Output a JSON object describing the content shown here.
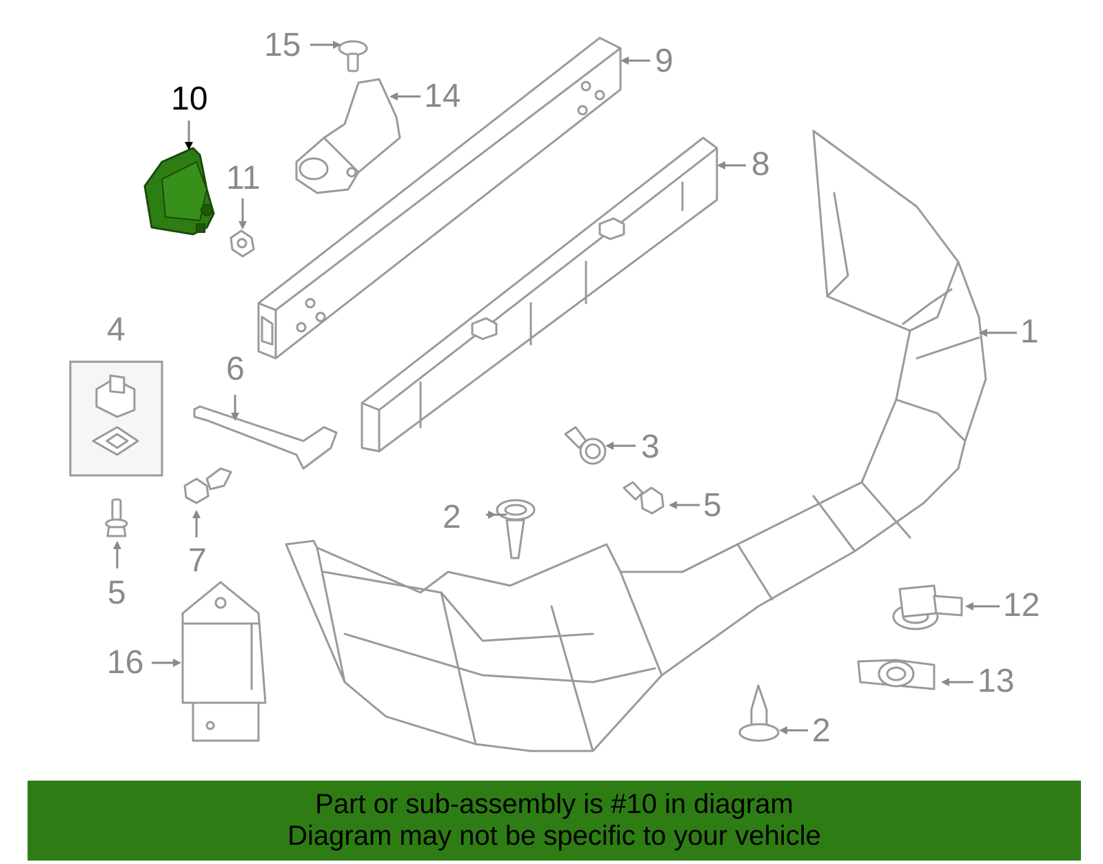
{
  "callouts": [
    {
      "id": "1",
      "text": "1"
    },
    {
      "id": "2a",
      "text": "2"
    },
    {
      "id": "2b",
      "text": "2"
    },
    {
      "id": "3",
      "text": "3"
    },
    {
      "id": "4",
      "text": "4"
    },
    {
      "id": "5a",
      "text": "5"
    },
    {
      "id": "5b",
      "text": "5"
    },
    {
      "id": "6",
      "text": "6"
    },
    {
      "id": "7",
      "text": "7"
    },
    {
      "id": "8",
      "text": "8"
    },
    {
      "id": "9",
      "text": "9"
    },
    {
      "id": "10",
      "text": "10"
    },
    {
      "id": "11",
      "text": "11"
    },
    {
      "id": "12",
      "text": "12"
    },
    {
      "id": "13",
      "text": "13"
    },
    {
      "id": "14",
      "text": "14"
    },
    {
      "id": "15",
      "text": "15"
    },
    {
      "id": "16",
      "text": "16"
    }
  ],
  "highlight_color": "#2e7d14",
  "banner": {
    "line1": "Part or sub-assembly is #10 in diagram",
    "line2": "Diagram may not be specific to your vehicle"
  }
}
